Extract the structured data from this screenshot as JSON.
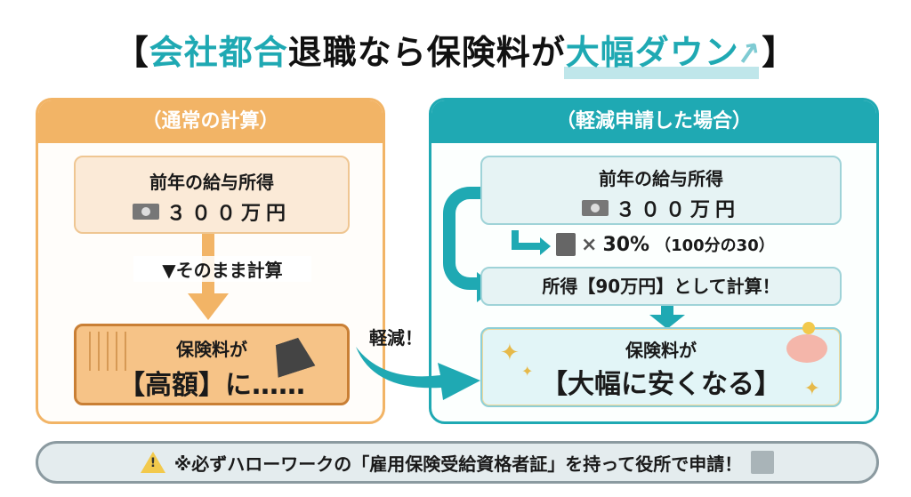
{
  "title": {
    "open_bracket": "【",
    "part1_teal": "会社都合",
    "part2": "退職なら保険料が",
    "part3_teal": "大幅ダウン",
    "arrow": "↗",
    "close_bracket": "】"
  },
  "left_panel": {
    "header": "（通常の計算）",
    "income_label": "前年の給与所得",
    "income_value": "３００万円",
    "arrow_label": "▼そのまま計算",
    "result_line1": "保険料が",
    "result_line2": "【高額】に……"
  },
  "transition": {
    "label": "軽減！"
  },
  "right_panel": {
    "header": "（軽減申請した場合）",
    "income_label": "前年の給与所得",
    "income_value": "３００万円",
    "multiplier_x": "×",
    "multiplier_value": "30%",
    "multiplier_note": "（100分の30）",
    "reduced_income": "所得【90万円】として計算！",
    "result_line1": "保険料が",
    "result_line2": "【大幅に安くなる】"
  },
  "notice": {
    "text": "※必ずハローワークの「雇用保険受給資格者証」を持って役所で申請！"
  },
  "colors": {
    "teal": "#1fa9b3",
    "orange": "#f2b466",
    "orange_dark": "#c97f35",
    "gold": "#e6b94a"
  }
}
